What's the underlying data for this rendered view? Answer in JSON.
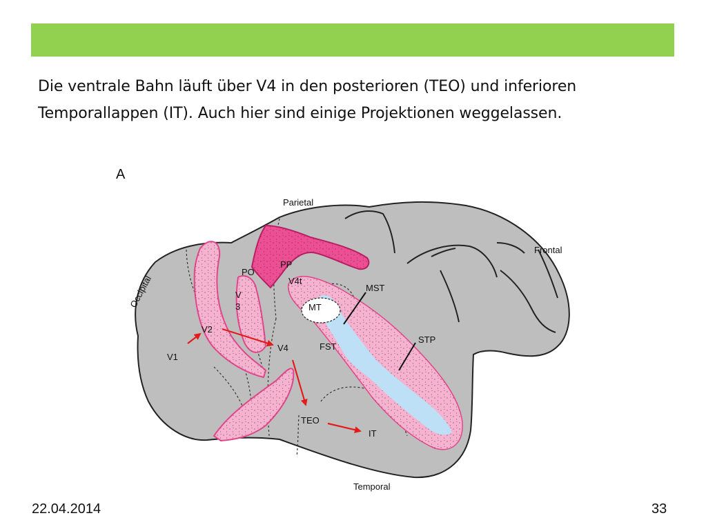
{
  "slide": {
    "accent_color": "#92d050",
    "body_lines": [
      "Die ventrale Bahn läuft über V4 in den posterioren (TEO) und inferioren",
      "Temporallappen (IT). Auch hier sind einige Projektionen weggelassen."
    ],
    "footer_date": "22.04.2014",
    "page_number": "33"
  },
  "figure": {
    "panel_label": "A",
    "lobes": {
      "parietal": "Parietal",
      "frontal": "Frontal",
      "occipital": "Occipital",
      "temporal": "Temporal"
    },
    "areas": {
      "v1": "V1",
      "v2": "V2",
      "v3_v": "V",
      "v3_n": "3",
      "v4": "V4",
      "po": "PO",
      "pp": "PP",
      "v4t": "V4t",
      "mt": "MT",
      "mst": "MST",
      "fst": "FST",
      "stp": "STP",
      "teo": "TEO",
      "it": "IT"
    },
    "colors": {
      "brain": "#bebebe",
      "pink_light": "#f6b3cf",
      "pink_dark": "#ee4e93",
      "blue": "#bde0f7",
      "arrow": "#e21b1b"
    }
  }
}
